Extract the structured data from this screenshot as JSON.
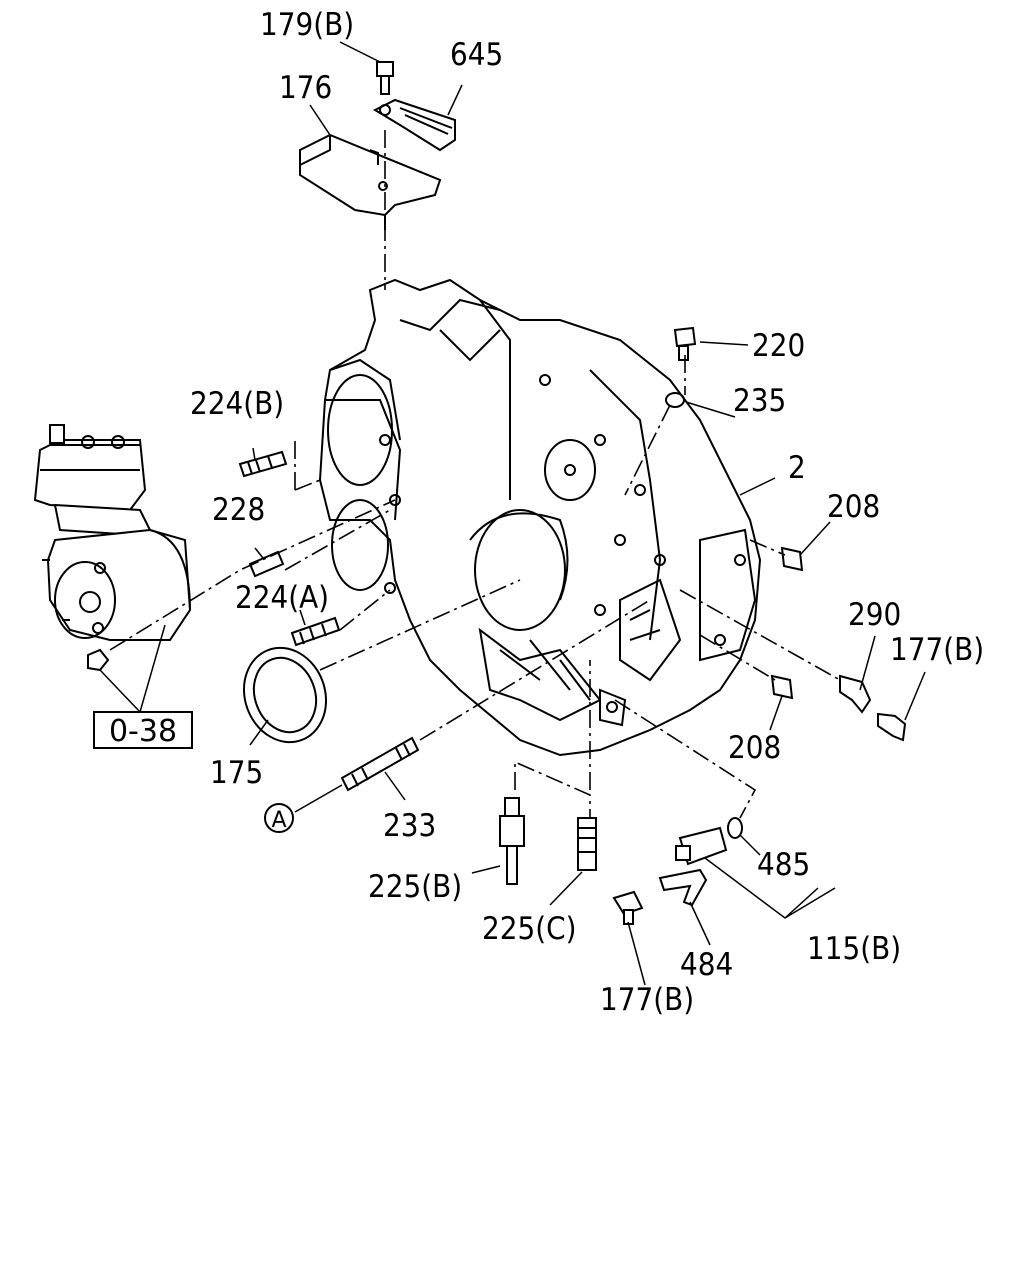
{
  "labels": {
    "p179b_top": "179(B)",
    "p645": "645",
    "p176": "176",
    "p220": "220",
    "p235": "235",
    "p224b": "224(B)",
    "p2": "2",
    "p208_top": "208",
    "p228": "228",
    "p224a": "224(A)",
    "p290": "290",
    "p177b_right": "177(B)",
    "p208_bottom": "208",
    "p175": "175",
    "p233": "233",
    "p225b": "225(B)",
    "p225c": "225(C)",
    "p485": "485",
    "p115b": "115(B)",
    "p484": "484",
    "p177b_bottom": "177(B)",
    "ref_box": "0-38",
    "circle_a": "A"
  }
}
